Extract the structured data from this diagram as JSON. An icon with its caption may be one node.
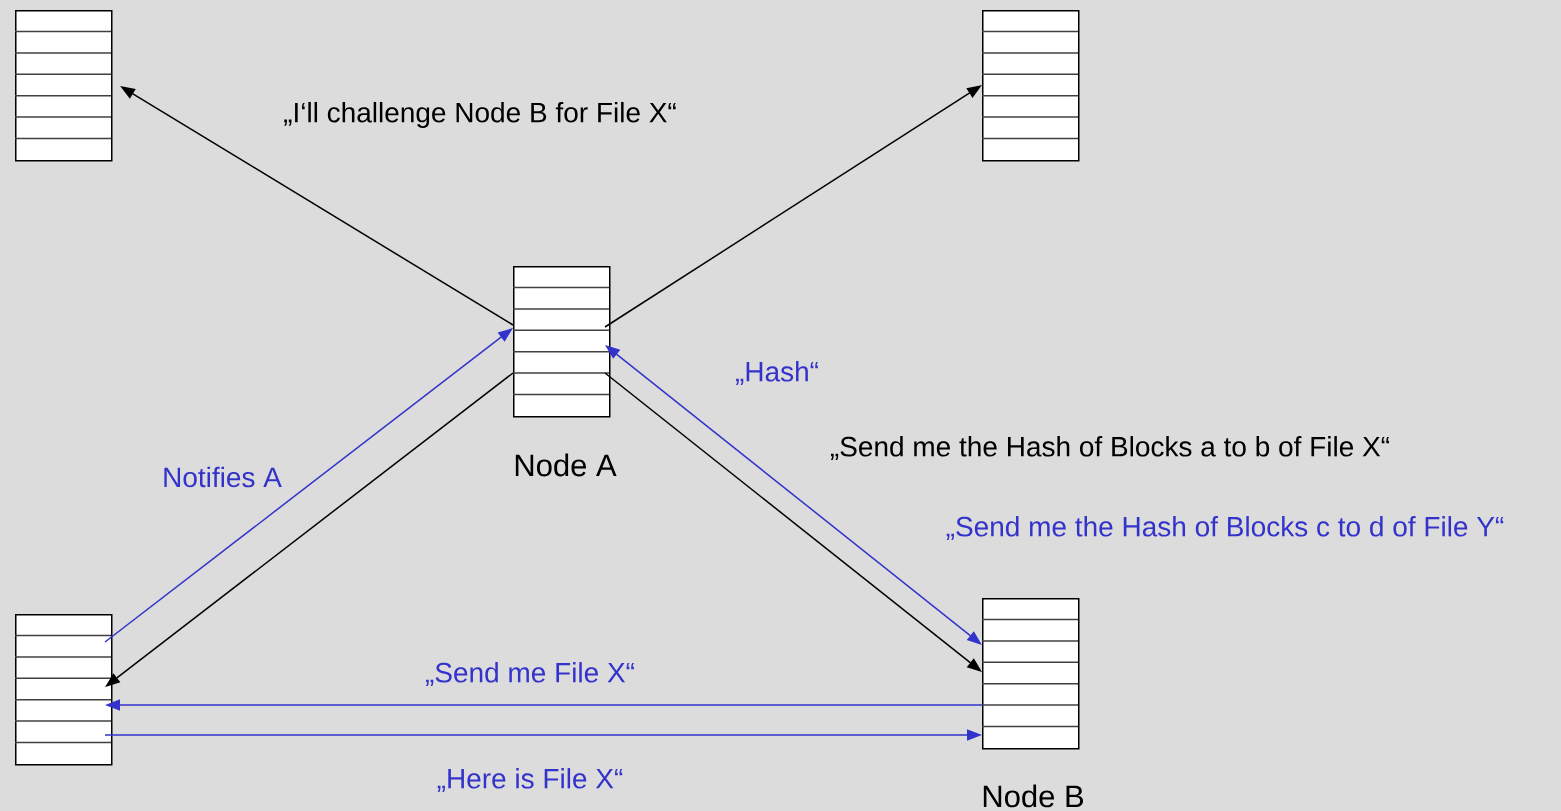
{
  "diagram": {
    "nodes": [
      {
        "text": [],
        "shape": "box"
      },
      {
        "text": [],
        "shape": "box"
      },
      {
        "text": [
          "Node A"
        ]
      },
      {
        "text": [],
        "shape": "box"
      },
      {
        "text": [
          "Node B"
        ]
      }
    ],
    "edges": [
      {
        "from": 2,
        "to": 0,
        "arrow": "to",
        "label": "„I‘ll challenge Node B for File X“"
      },
      {
        "from": 2,
        "to": 1,
        "arrow": "to"
      },
      {
        "from": 3,
        "to": 2,
        "arrow": "to",
        "label": "Notifies A",
        "color": "#3333cc"
      },
      {
        "from": 2,
        "to": 3,
        "arrow": "to"
      },
      {
        "from": 2,
        "to": 4,
        "arrow": "both",
        "label": "„Send me the Hash of Blocks c to d of File Y“",
        "color": "#3333cc"
      },
      {
        "from": 2,
        "to": 4,
        "arrow": "to",
        "label": "„Send me the Hash of Blocks a to b of File X“"
      },
      {
        "from": 4,
        "to": 3,
        "arrow": "to",
        "label": "„Send me File X“",
        "color": "#3333cc"
      },
      {
        "from": 3,
        "to": 4,
        "arrow": "to",
        "label": "„Here is File X“",
        "color": "#3333cc"
      }
    ],
    "labels": [
      "„Hash“"
    ]
  }
}
